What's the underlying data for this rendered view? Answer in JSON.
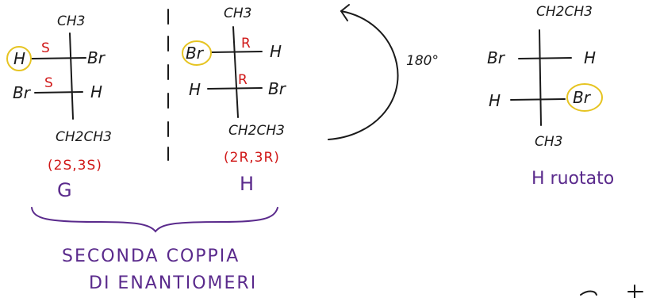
{
  "molecule_g": {
    "top": "CH3",
    "bottom": "CH2CH3",
    "row1_left": "H",
    "row1_right": "Br",
    "row2_left": "Br",
    "row2_right": "H",
    "c1_label": "S",
    "c2_label": "S",
    "configuration": "(2S,3S)",
    "name": "G"
  },
  "molecule_h": {
    "top": "CH3",
    "bottom": "CH2CH3",
    "row1_left": "Br",
    "row1_right": "H",
    "row2_left": "H",
    "row2_right": "Br",
    "c1_label": "R",
    "c2_label": "R",
    "configuration": "(2R,3R)",
    "name": "H"
  },
  "rotation": {
    "angle": "180°"
  },
  "molecule_h_rotated": {
    "top": "CH2CH3",
    "bottom": "CH3",
    "row1_left": "Br",
    "row1_right": "H",
    "row2_left": "H",
    "row2_right": "Br",
    "caption": "H ruotato"
  },
  "caption": {
    "line1": "SECONDA  COPPIA",
    "line2": "DI  ENANTIOMERI"
  },
  "colors": {
    "ink": "#1a1a1a",
    "highlight_ring": "#e6c422",
    "config_red": "#d01818",
    "caption_purple": "#5a2a8c"
  }
}
